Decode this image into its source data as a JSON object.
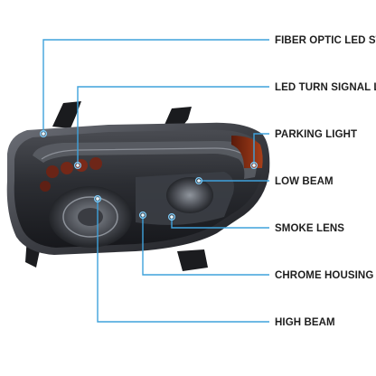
{
  "callouts": [
    {
      "label": "FIBER OPTIC LED STRIPS"
    },
    {
      "label": "LED TURN SIGNAL LIGHTS"
    },
    {
      "label": "PARKING LIGHT"
    },
    {
      "label": "LOW BEAM"
    },
    {
      "label": "SMOKE LENS"
    },
    {
      "label": "CHROME HOUSING"
    },
    {
      "label": "HIGH BEAM"
    }
  ],
  "colors": {
    "leader": "#3fa2dc",
    "lens_smoke": "#2b2d31",
    "amber": "#8a2a10",
    "label": "#1e1e1e"
  }
}
